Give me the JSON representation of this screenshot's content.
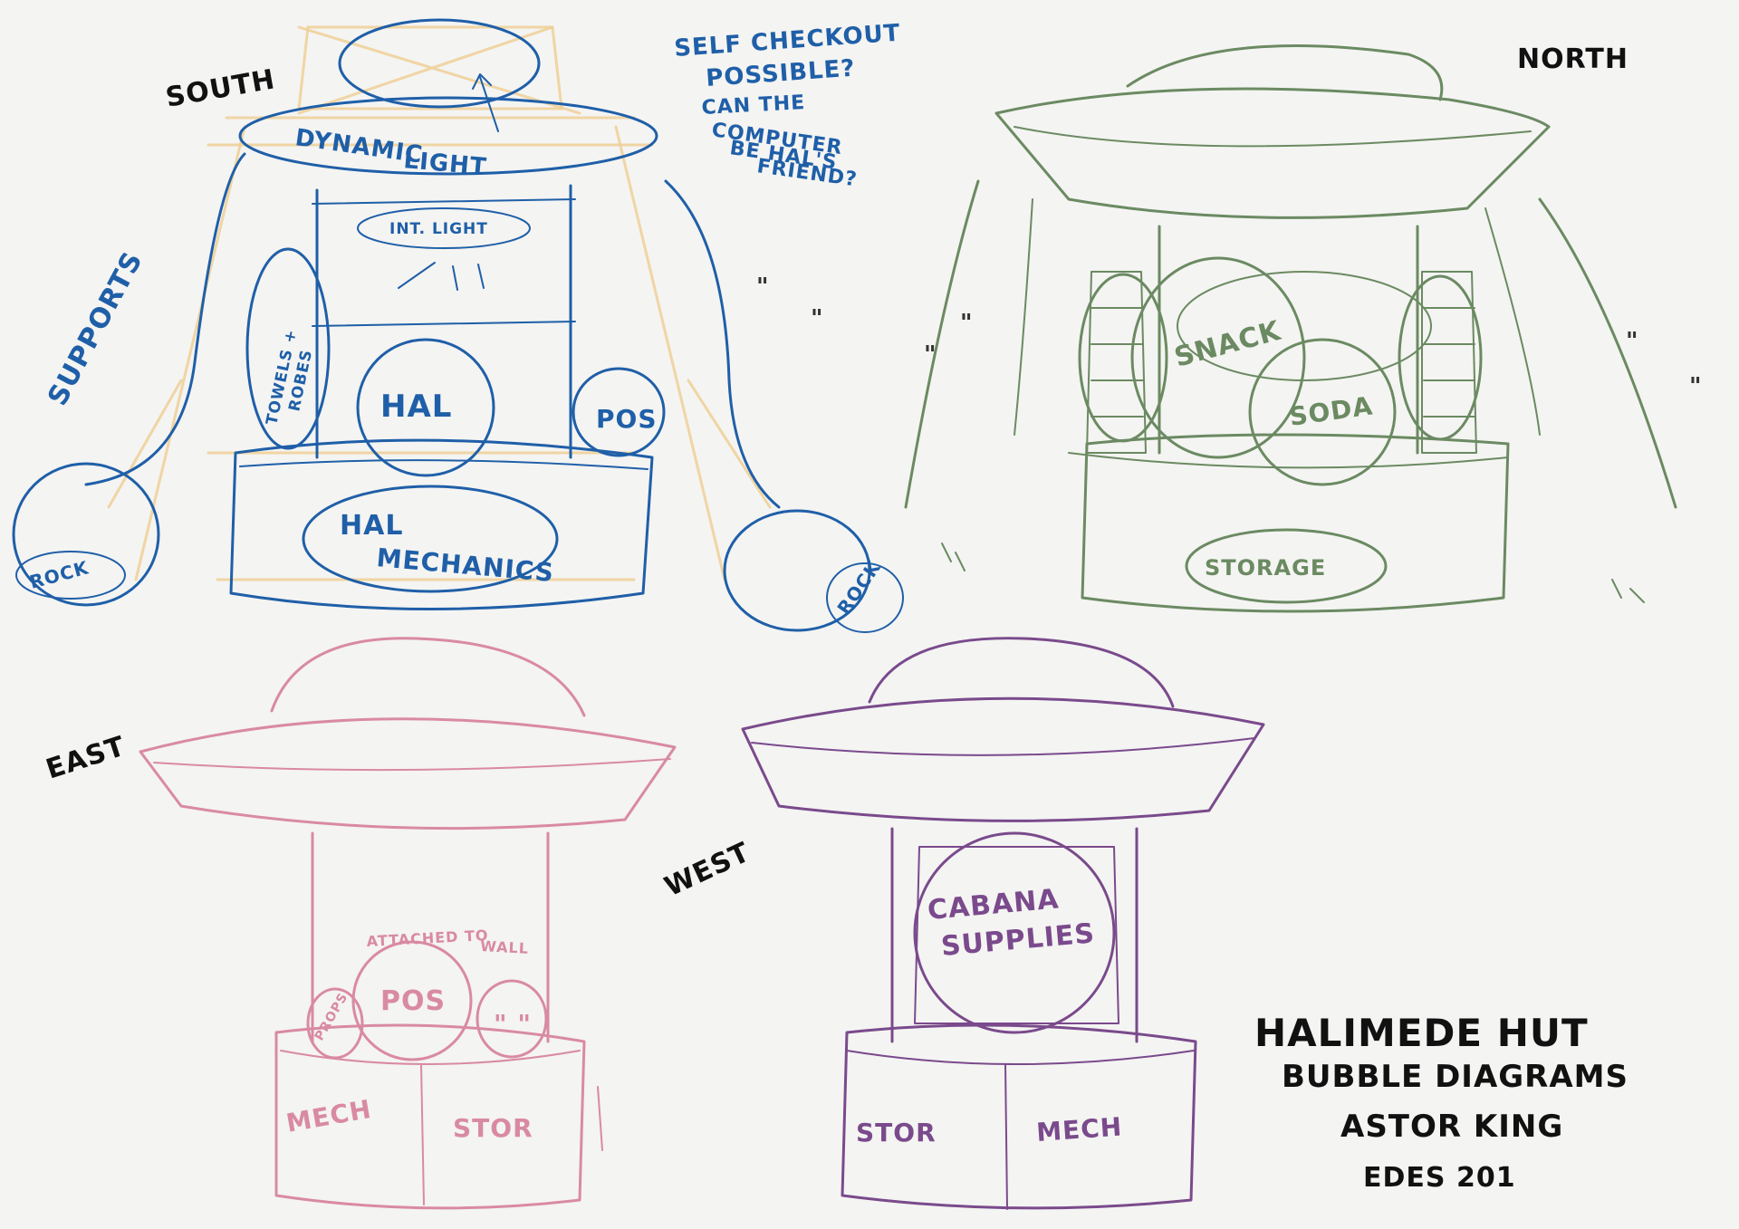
{
  "colors": {
    "paper": "#f4f4f2",
    "south": "#1f5fa8",
    "north": "#6b8a62",
    "east": "#d98aa3",
    "west": "#7a4a8c",
    "underlay": "#efcf97",
    "title_ink": "#111111"
  },
  "views": {
    "south": {
      "label": "South",
      "bubbles": {
        "dynamic_light": [
          "Dynamic",
          "Light"
        ],
        "int_light": "Int. Light",
        "towels": [
          "Towels +",
          "Robes"
        ],
        "hal": "Hal",
        "pos": "Pos",
        "hal_mechanics": [
          "Hal",
          "Mechanics"
        ],
        "rock_left": "Rock",
        "rock_right": "Rock"
      },
      "supports": "Supports",
      "note": [
        "Self Checkout",
        "Possible?",
        "Can the",
        "Computer",
        "Be Hal's",
        "Friend?"
      ]
    },
    "north": {
      "label": "North",
      "bubbles": {
        "snack": "Snack",
        "soda": "Soda",
        "storage": "Storage"
      }
    },
    "east": {
      "label": "East",
      "note": [
        "Attached to",
        "wall"
      ],
      "bubbles": {
        "pos": "Pos",
        "props": "Props",
        "ditto": "\" \"",
        "mech": "Mech",
        "stor": "Stor"
      }
    },
    "west": {
      "label": "West",
      "bubbles": {
        "cabana": [
          "Cabana",
          "Supplies"
        ],
        "stor": "Stor",
        "mech": "Mech"
      }
    }
  },
  "title_block": {
    "title": "Halimede Hut",
    "subtitle": "Bubble Diagrams",
    "author": "Astor King",
    "course": "EDES 201"
  },
  "ditto_marks": "\""
}
